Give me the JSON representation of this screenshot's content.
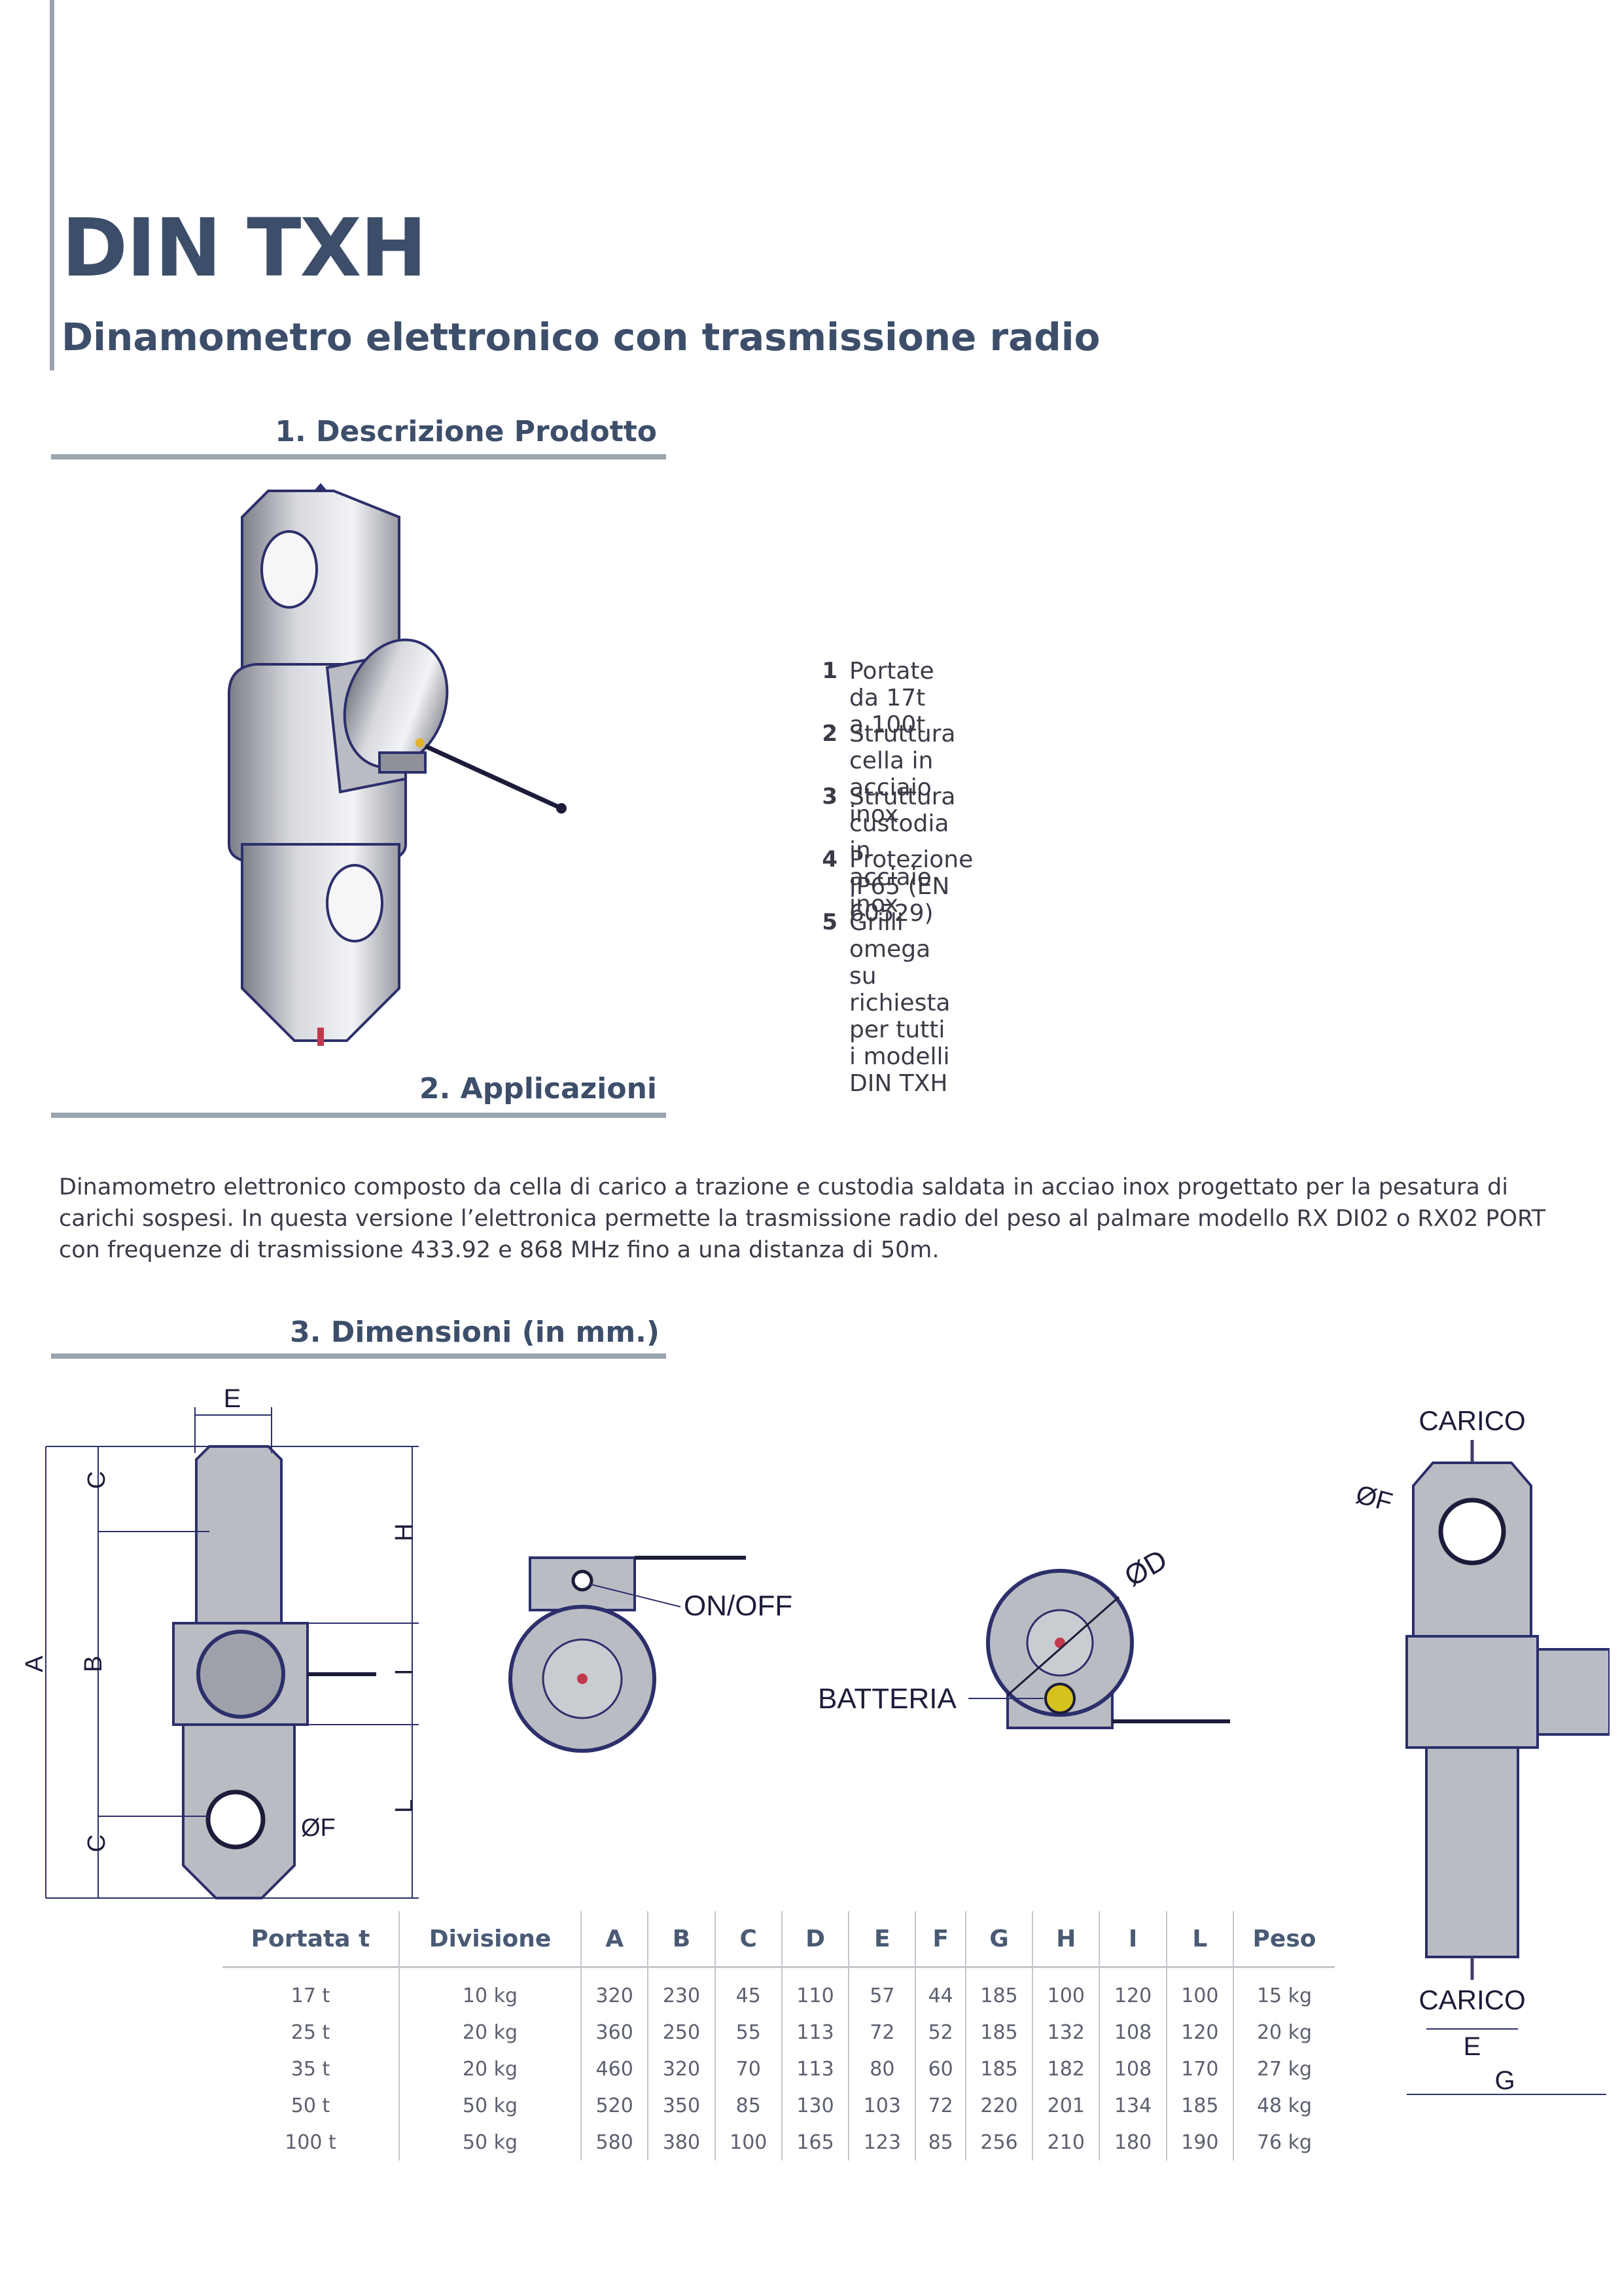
{
  "header": {
    "title": "DIN TXH",
    "subtitle": "Dinamometro elettronico con trasmissione radio"
  },
  "sections": {
    "description": "1. Descrizione Prodotto",
    "applications": "2. Applicazioni",
    "dimensions": "3. Dimensioni (in mm.)"
  },
  "features": [
    {
      "num": "1",
      "text": "Portate da 17t a 100t"
    },
    {
      "num": "2",
      "text": "Struttura cella in acciaio inox"
    },
    {
      "num": "3",
      "text": "Struttura custodia in acciaio inox"
    },
    {
      "num": "4",
      "text": "Protezione IP65 (EN 60529)"
    },
    {
      "num": "5",
      "text": "Grilli omega su richiesta per tutti i modelli DIN TXH"
    }
  ],
  "applications_text": "Dinamometro elettronico composto da cella di carico a trazione e custodia saldata in acciao inox progettato per la pesatura di carichi sospesi. In questa versione l’elettronica permette la trasmissione radio del peso al palmare modello RX DI02 o RX02 PORT con frequenze di trasmissione 433.92 e 868 MHz fino a una distanza di 50m.",
  "diagram_labels": {
    "e": "E",
    "c": "C",
    "h": "H",
    "a": "A",
    "b": "B",
    "i": "I",
    "l": "L",
    "phi_f": "ØF",
    "on_off": "ON/OFF",
    "phi_d": "ØD",
    "batteria": "BATTERIA",
    "carico": "CARICO",
    "g": "G"
  },
  "table": {
    "headers": [
      "Portata t",
      "Divisione",
      "A",
      "B",
      "C",
      "D",
      "E",
      "F",
      "G",
      "H",
      "I",
      "L",
      "Peso"
    ],
    "rows": [
      [
        "17 t",
        "10 kg",
        "320",
        "230",
        "45",
        "110",
        "57",
        "44",
        "185",
        "100",
        "120",
        "100",
        "15 kg"
      ],
      [
        "25 t",
        "20 kg",
        "360",
        "250",
        "55",
        "113",
        "72",
        "52",
        "185",
        "132",
        "108",
        "120",
        "20 kg"
      ],
      [
        "35 t",
        "20 kg",
        "460",
        "320",
        "70",
        "113",
        "80",
        "60",
        "185",
        "182",
        "108",
        "170",
        "27 kg"
      ],
      [
        "50 t",
        "50 kg",
        "520",
        "350",
        "85",
        "130",
        "103",
        "72",
        "220",
        "201",
        "134",
        "185",
        "48 kg"
      ],
      [
        "100 t",
        "50 kg",
        "580",
        "380",
        "100",
        "165",
        "123",
        "85",
        "256",
        "210",
        "180",
        "190",
        "76 kg"
      ]
    ]
  },
  "colors": {
    "title": "#3c4e6a",
    "rule": "#9aa3ae",
    "outline": "#2c2f6b",
    "metal": "#b9bcc2"
  }
}
